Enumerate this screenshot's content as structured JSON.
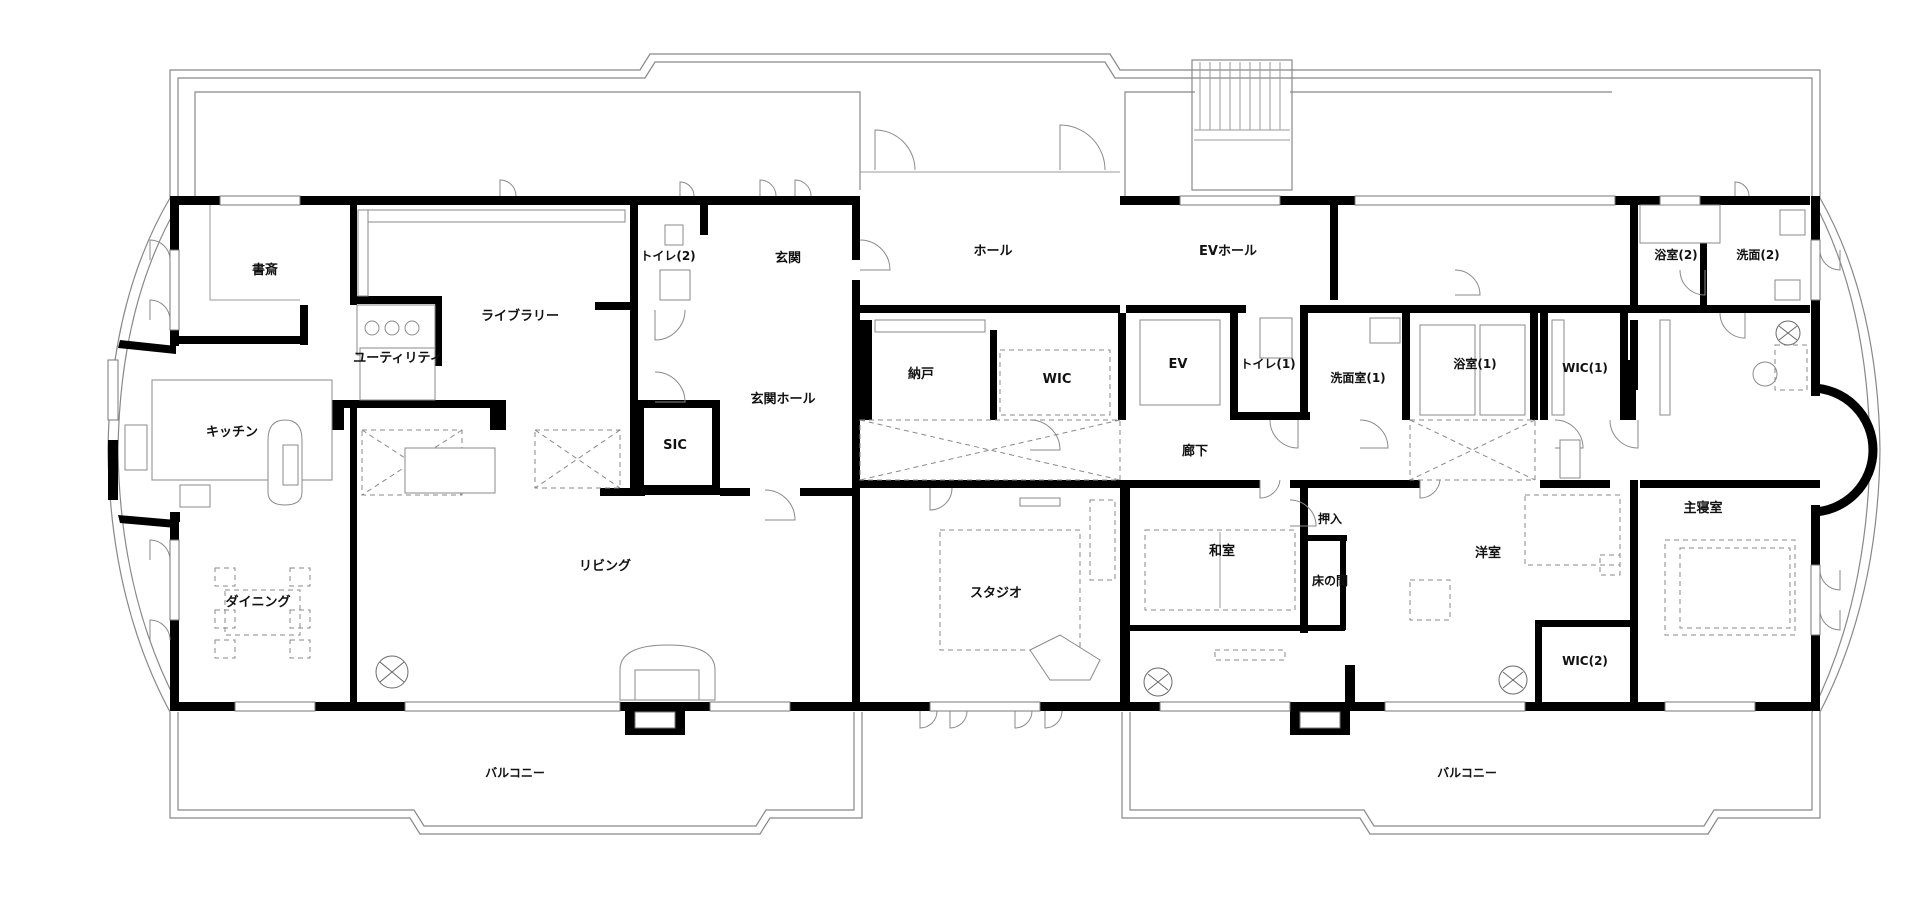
{
  "rooms": {
    "study": "書斎",
    "utility": "ユーティリティ",
    "library": "ライブラリー",
    "kitchen": "キッチン",
    "dining": "ダイニング",
    "living": "リビング",
    "toilet2": "トイレ(2)",
    "entrance": "玄関",
    "sic": "SIC",
    "entrance_hall": "玄関ホール",
    "hall": "ホール",
    "ev_hall": "EVホール",
    "storage": "納戸",
    "wic": "WIC",
    "ev": "EV",
    "toilet1": "トイレ(1)",
    "washroom1": "洗面室(1)",
    "bath1": "浴室(1)",
    "wic1": "WIC(1)",
    "bath2": "浴室(2)",
    "wash2": "洗面(2)",
    "corridor": "廊下",
    "studio": "スタジオ",
    "japanese_room": "和室",
    "closet": "押入",
    "tokonoma": "床の間",
    "western_room": "洋室",
    "wic2": "WIC(2)",
    "master_bedroom": "主寝室",
    "balcony_left": "バルコニー",
    "balcony_right": "バルコニー"
  }
}
